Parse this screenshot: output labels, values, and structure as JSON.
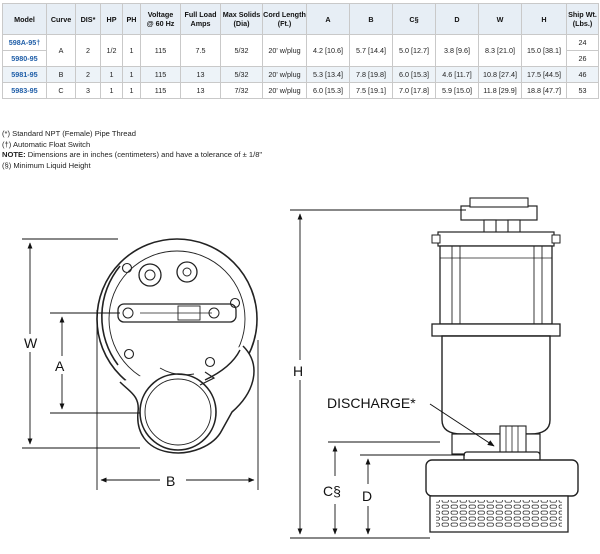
{
  "table": {
    "headers": [
      {
        "line1": "Model",
        "line2": ""
      },
      {
        "line1": "Curve",
        "line2": ""
      },
      {
        "line1": "DIS*",
        "line2": ""
      },
      {
        "line1": "HP",
        "line2": ""
      },
      {
        "line1": "PH",
        "line2": ""
      },
      {
        "line1": "Voltage",
        "line2": "@ 60 Hz"
      },
      {
        "line1": "Full Load",
        "line2": "Amps"
      },
      {
        "line1": "Max Solids",
        "line2": "(Dia)"
      },
      {
        "line1": "Cord Length",
        "line2": "(Ft.)"
      },
      {
        "line1": "A",
        "line2": ""
      },
      {
        "line1": "B",
        "line2": ""
      },
      {
        "line1": "C§",
        "line2": ""
      },
      {
        "line1": "D",
        "line2": ""
      },
      {
        "line1": "W",
        "line2": ""
      },
      {
        "line1": "H",
        "line2": ""
      },
      {
        "line1": "Ship Wt.",
        "line2": "(Lbs.)"
      }
    ],
    "group1": {
      "model_a": "598A-95†",
      "model_b": "5980-95",
      "curve": "A",
      "dis": "2",
      "hp": "1/2",
      "ph": "1",
      "voltage": "115",
      "amps": "7.5",
      "solids": "5/32",
      "cord": "20' w/plug",
      "a": "4.2 [10.6]",
      "b": "5.7 [14.4]",
      "c": "5.0 [12.7]",
      "d": "3.8 [9.6]",
      "w": "8.3 [21.0]",
      "h": "15.0 [38.1]",
      "wt_a": "24",
      "wt_b": "26"
    },
    "row3": [
      "5981-95",
      "B",
      "2",
      "1",
      "1",
      "115",
      "13",
      "5/32",
      "20' w/plug",
      "5.3 [13.4]",
      "7.8 [19.8]",
      "6.0 [15.3]",
      "4.6 [11.7]",
      "10.8 [27.4]",
      "17.5 [44.5]",
      "46"
    ],
    "row4": [
      "5983-95",
      "C",
      "3",
      "1",
      "1",
      "115",
      "13",
      "7/32",
      "20' w/plug",
      "6.0 [15.3]",
      "7.5 [19.1]",
      "7.0 [17.8]",
      "5.9 [15.0]",
      "11.8 [29.9]",
      "18.8 [47.7]",
      "53"
    ]
  },
  "notes": {
    "line1": "(*) Standard NPT (Female) Pipe Thread",
    "line2": "(†) Automatic Float Switch",
    "line3_label": "NOTE:",
    "line3_text": " Dimensions are in inches (centimeters) and have a tolerance of ± 1/8\"",
    "line4": "(§) Minimum Liquid Height"
  },
  "drawing": {
    "dim_w": "W",
    "dim_a": "A",
    "dim_b": "B",
    "dim_h": "H",
    "dim_c": "C§",
    "dim_d": "D",
    "discharge": "DISCHARGE*"
  },
  "colors": {
    "header_bg": "#e7eef5",
    "row_shade": "#edf3f8",
    "model_link": "#1f5ea8"
  }
}
